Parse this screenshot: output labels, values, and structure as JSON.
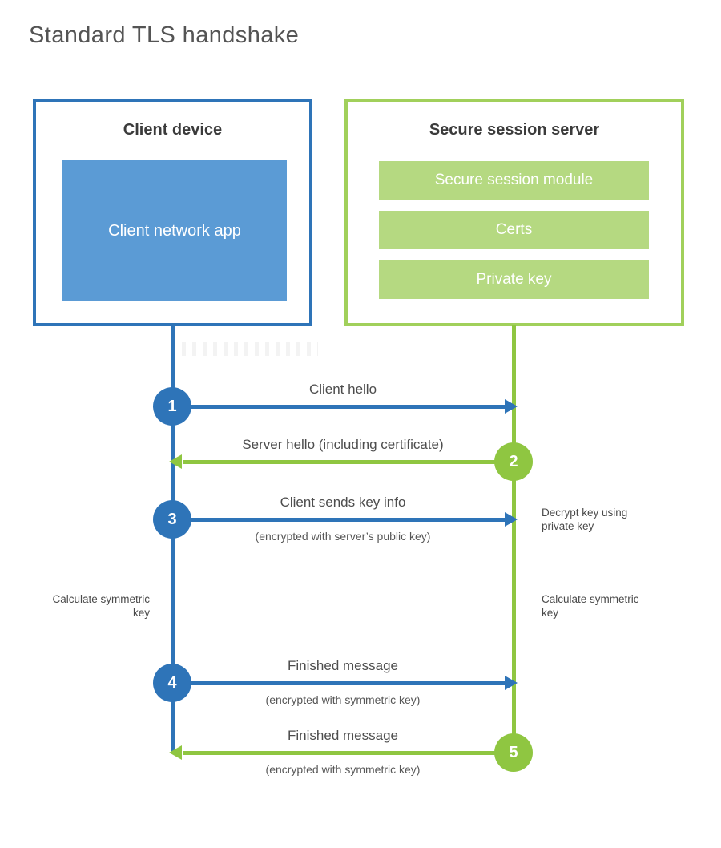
{
  "title": "Standard TLS handshake",
  "colors": {
    "blue": "#2e74b8",
    "blue_fill": "#5b9bd5",
    "green": "#8fc641",
    "green_border": "#a1d05b",
    "green_fill": "#b5d981"
  },
  "client_box": {
    "title": "Client device",
    "app_label": "Client network app"
  },
  "server_box": {
    "title": "Secure session server",
    "modules": [
      "Secure session module",
      "Certs",
      "Private key"
    ]
  },
  "messages": [
    {
      "num": "1",
      "from": "client",
      "direction": "right",
      "label": "Client hello",
      "sublabel": ""
    },
    {
      "num": "2",
      "from": "server",
      "direction": "left",
      "label": "Server hello (including certificate)",
      "sublabel": ""
    },
    {
      "num": "3",
      "from": "client",
      "direction": "right",
      "label": "Client sends key info",
      "sublabel": "(encrypted with server’s public key)"
    },
    {
      "num": "4",
      "from": "client",
      "direction": "right",
      "label": "Finished message",
      "sublabel": "(encrypted with symmetric key)"
    },
    {
      "num": "5",
      "from": "server",
      "direction": "left",
      "label": "Finished message",
      "sublabel": "(encrypted with symmetric key)"
    }
  ],
  "notes": {
    "decrypt": "Decrypt key using private key",
    "calc_left": "Calculate symmetric key",
    "calc_right": "Calculate symmetric key"
  }
}
